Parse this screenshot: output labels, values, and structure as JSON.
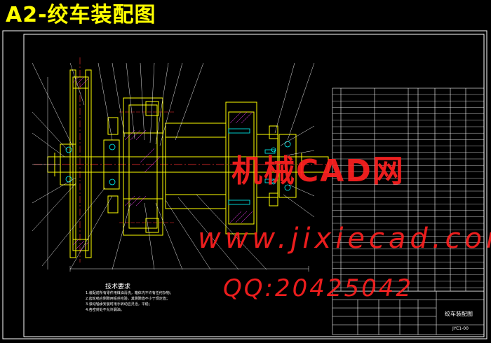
{
  "title": "A2-绞车装配图",
  "watermarks": {
    "site_cn": "机械CAD网",
    "site_url": "www.jixiecad.com",
    "qq": "QQ:20425042"
  },
  "notes": {
    "heading": "技术要求",
    "items": [
      "1.装配前所有零件用煤油清洗，箱体内不许有任何杂物；",
      "2.齿轮啮合侧隙用铅丝检验，其侧隙值不小于规定值；",
      "3.滚动轴承安装时用手转动应灵活，平稳；",
      "4.各密封处不允许漏油。"
    ]
  },
  "title_block": {
    "name": "绞车装配图",
    "drawing_no": "JYC1-00"
  },
  "colors": {
    "frame": "#ffffff",
    "outline": "#ffff00",
    "center": "#ff3030",
    "leader": "#ffffff",
    "part": "#00ffff",
    "hatch": "#ff40ff",
    "watermark": "#ff2020"
  }
}
